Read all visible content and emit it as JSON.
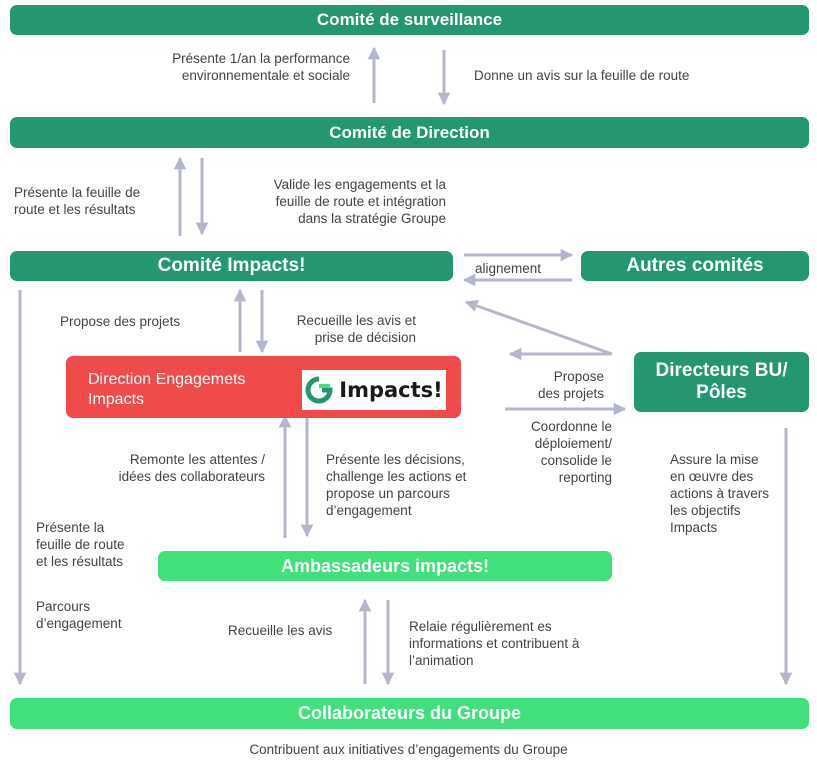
{
  "boxes": {
    "surveillance": "Comité de surveillance",
    "direction": "Comité de Direction",
    "impacts": "Comité Impacts!",
    "autres": "Autres comités",
    "engagement_l1": "Direction Engagemets",
    "engagement_l2": "Impacts",
    "directeurs_l1": "Directeurs BU/",
    "directeurs_l2": "Pôles",
    "ambassadeurs": "Ambassadeurs impacts!",
    "collaborateurs": "Collaborateurs du Groupe"
  },
  "logo": {
    "text": "Impacts!"
  },
  "labels": {
    "presente_perf_l1": "Présente 1/an la performance",
    "presente_perf_l2": "environnementale et sociale",
    "donne_avis": "Donne un avis sur la feuille de route",
    "presente_feuille_l1": "Présente la feuille de",
    "presente_feuille_l2": "route et les résultats",
    "valide_l1": "Valide les engagements et la",
    "valide_l2": "feuille de route et intégration",
    "valide_l3": "dans la stratégie Groupe",
    "alignement": "alignement",
    "propose_projets": "Propose des projets",
    "recueille_avis_l1": "Recueille les avis et",
    "recueille_avis_l2": "prise de décision",
    "propose_l1": "Propose",
    "propose_l2": "des projets",
    "coordonne_l1": "Coordonne le",
    "coordonne_l2": "déploiement/",
    "coordonne_l3": "consolide le",
    "coordonne_l4": "reporting",
    "remonte_l1": "Remonte les attentes /",
    "remonte_l2": "idées des collaborateurs",
    "presente_dec_l1": "Présente les décisions,",
    "presente_dec_l2": "challenge les actions et",
    "presente_dec_l3": "propose un parcours",
    "presente_dec_l4": "d’engagement",
    "assure_l1": "Assure la mise",
    "assure_l2": "en œuvre des",
    "assure_l3": "actions à travers",
    "assure_l4": "les objectifs",
    "assure_l5": "Impacts",
    "presente_la_l1": "Présente  la",
    "presente_la_l2": "feuille de route",
    "presente_la_l3": "et les résultats",
    "parcours_l1": "Parcours",
    "parcours_l2": "d’engagement",
    "recueille_les_avis": "Recueille les avis",
    "relaie_l1": "Relaie régulièrement es",
    "relaie_l2": "informations et contribuent à",
    "relaie_l3": "l’animation",
    "contribuent": "Contribuent aux initiatives d’engagements du Groupe"
  },
  "colors": {
    "dark_green": "#249670",
    "light_green": "#40e07a",
    "red": "#f04b4b",
    "arrow": "#b4b7cc"
  }
}
